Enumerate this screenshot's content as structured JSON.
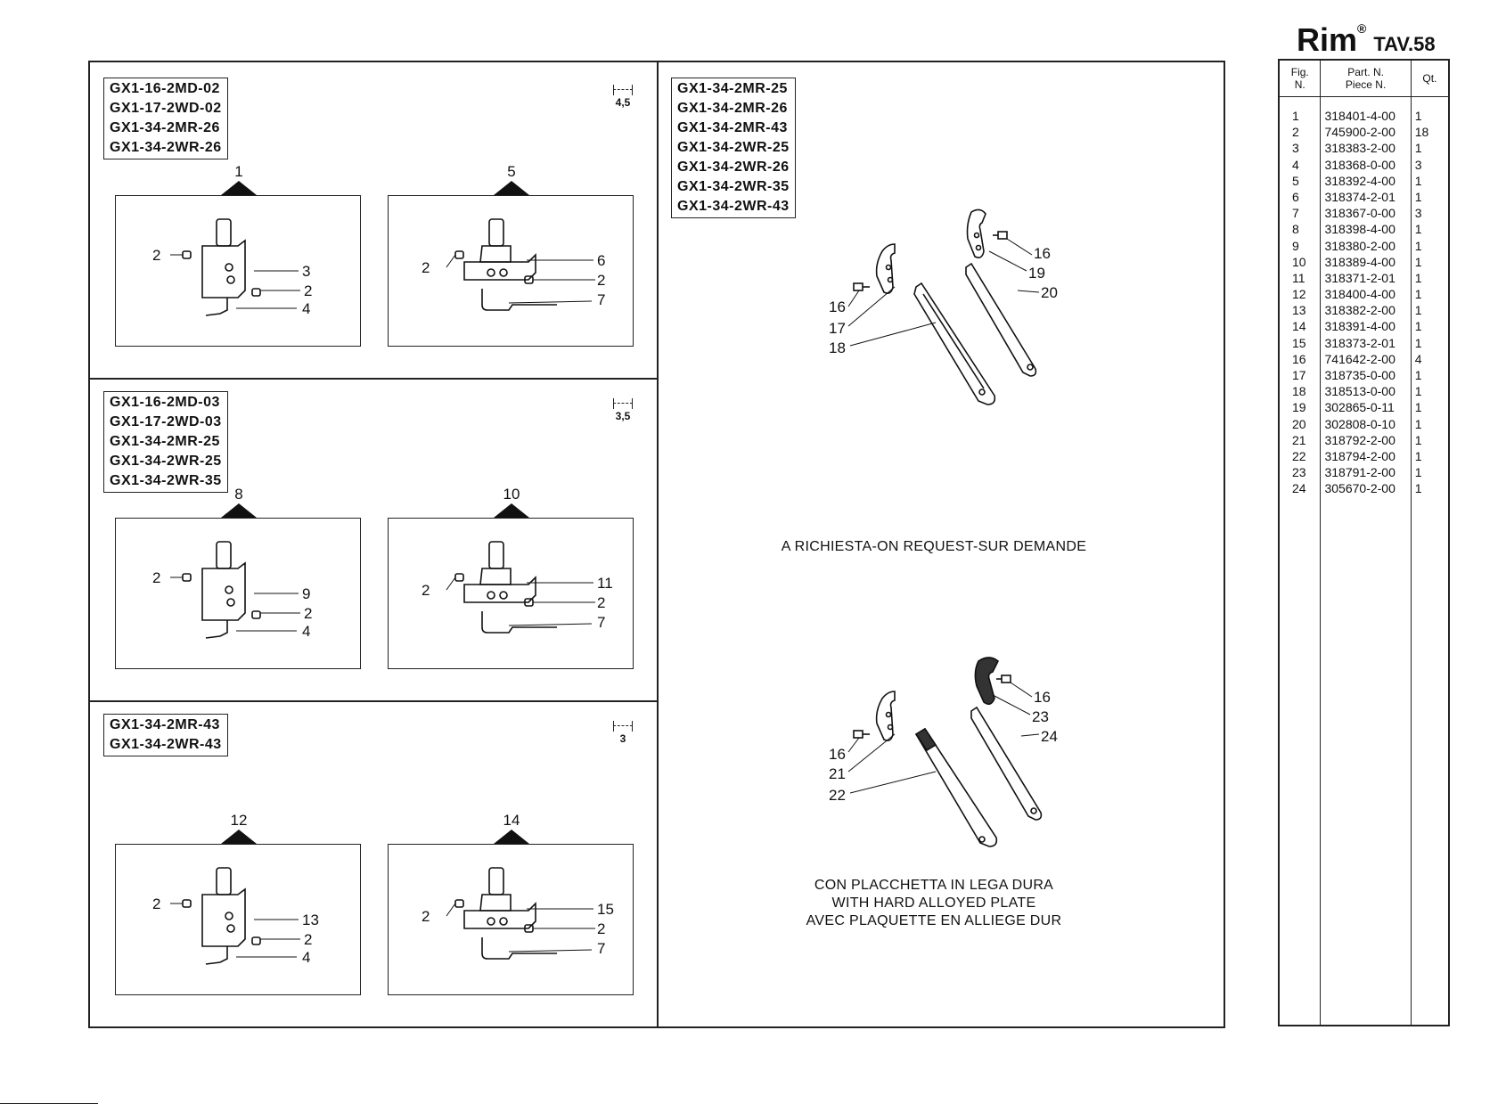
{
  "brand": {
    "name": "Rim",
    "reg": "®",
    "table": "TAV.58"
  },
  "panels": [
    {
      "models": [
        "GX1-16-2MD-02",
        "GX1-17-2WD-02",
        "GX1-34-2MR-26",
        "GX1-34-2WR-26"
      ],
      "gauge": "4,5",
      "figs": [
        {
          "num": "1",
          "labels": [
            "2",
            "3",
            "2",
            "4"
          ]
        },
        {
          "num": "5",
          "labels": [
            "2",
            "6",
            "2",
            "7"
          ]
        }
      ]
    },
    {
      "models": [
        "GX1-16-2MD-03",
        "GX1-17-2WD-03",
        "GX1-34-2MR-25",
        "GX1-34-2WR-25",
        "GX1-34-2WR-35"
      ],
      "gauge": "3,5",
      "figs": [
        {
          "num": "8",
          "labels": [
            "2",
            "9",
            "2",
            "4"
          ]
        },
        {
          "num": "10",
          "labels": [
            "2",
            "11",
            "2",
            "7"
          ]
        }
      ]
    },
    {
      "models": [
        "GX1-34-2MR-43",
        "GX1-34-2WR-43"
      ],
      "gauge": "3",
      "figs": [
        {
          "num": "12",
          "labels": [
            "2",
            "13",
            "2",
            "4"
          ]
        },
        {
          "num": "14",
          "labels": [
            "2",
            "15",
            "2",
            "7"
          ]
        }
      ]
    }
  ],
  "right_panel": {
    "models": [
      "GX1-34-2MR-25",
      "GX1-34-2MR-26",
      "GX1-34-2MR-43",
      "GX1-34-2WR-25",
      "GX1-34-2WR-26",
      "GX1-34-2WR-35",
      "GX1-34-2WR-43"
    ],
    "upper_labels": [
      "16",
      "19",
      "20",
      "16",
      "17",
      "18"
    ],
    "upper_note": "A RICHIESTA-ON REQUEST-SUR DEMANDE",
    "lower_labels": [
      "16",
      "23",
      "24",
      "16",
      "21",
      "22"
    ],
    "lower_note": [
      "CON PLACCHETTA IN LEGA DURA",
      "WITH HARD ALLOYED PLATE",
      "AVEC PLAQUETTE EN ALLIEGE DUR"
    ]
  },
  "parts_table": {
    "headers": {
      "fig": [
        "Fig.",
        "N."
      ],
      "part": [
        "Part. N.",
        "Piece N."
      ],
      "qty": "Qt."
    },
    "rows": [
      [
        "1",
        "318401-4-00",
        "1"
      ],
      [
        "2",
        "745900-2-00",
        "18"
      ],
      [
        "3",
        "318383-2-00",
        "1"
      ],
      [
        "4",
        "318368-0-00",
        "3"
      ],
      [
        "5",
        "318392-4-00",
        "1"
      ],
      [
        "6",
        "318374-2-01",
        "1"
      ],
      [
        "7",
        "318367-0-00",
        "3"
      ],
      [
        "8",
        "318398-4-00",
        "1"
      ],
      [
        "9",
        "318380-2-00",
        "1"
      ],
      [
        "10",
        "318389-4-00",
        "1"
      ],
      [
        "11",
        "318371-2-01",
        "1"
      ],
      [
        "12",
        "318400-4-00",
        "1"
      ],
      [
        "13",
        "318382-2-00",
        "1"
      ],
      [
        "14",
        "318391-4-00",
        "1"
      ],
      [
        "15",
        "318373-2-01",
        "1"
      ],
      [
        "16",
        "741642-2-00",
        "4"
      ],
      [
        "17",
        "318735-0-00",
        "1"
      ],
      [
        "18",
        "318513-0-00",
        "1"
      ],
      [
        "19",
        "302865-0-11",
        "1"
      ],
      [
        "20",
        "302808-0-10",
        "1"
      ],
      [
        "21",
        "318792-2-00",
        "1"
      ],
      [
        "22",
        "318794-2-00",
        "1"
      ],
      [
        "23",
        "318791-2-00",
        "1"
      ],
      [
        "24",
        "305670-2-00",
        "1"
      ]
    ]
  }
}
